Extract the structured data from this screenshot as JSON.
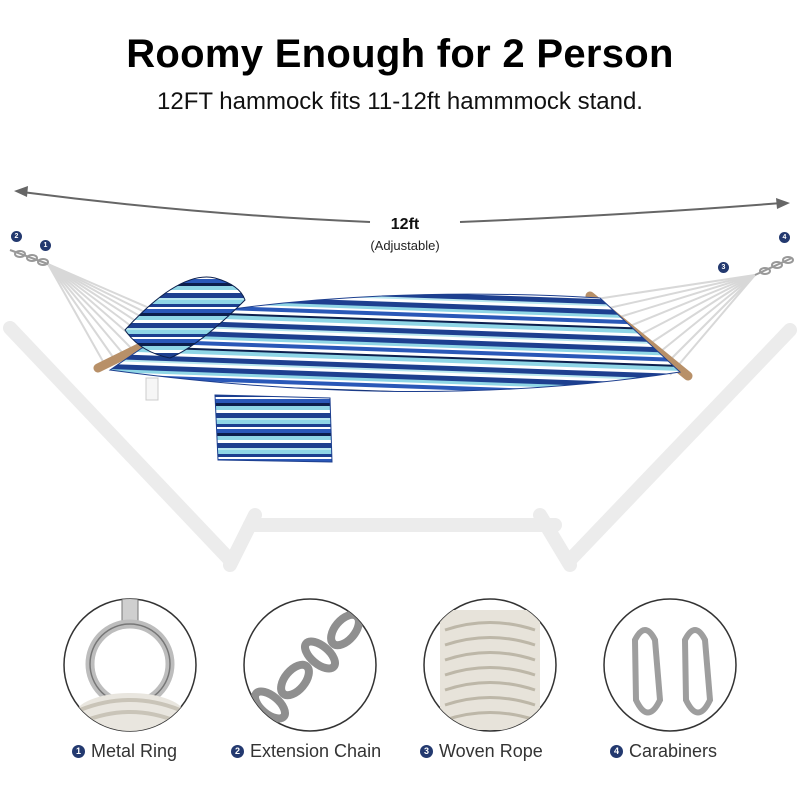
{
  "header": {
    "title": "Roomy Enough for 2 Person",
    "subtitle": "12FT hammock fits 11-12ft hammmock stand."
  },
  "dimension": {
    "length": "12ft",
    "note": "(Adjustable)"
  },
  "markers": [
    "1",
    "2",
    "3",
    "4"
  ],
  "details": [
    {
      "number": "1",
      "label": "Metal Ring"
    },
    {
      "number": "2",
      "label": "Extension Chain"
    },
    {
      "number": "3",
      "label": "Woven Rope"
    },
    {
      "number": "4",
      "label": "Carabiners"
    }
  ],
  "colors": {
    "badge": "#23396f",
    "stripe_navy": "#1d3f8f",
    "stripe_light": "#8fd6e6",
    "stand": "#eeeeee"
  }
}
